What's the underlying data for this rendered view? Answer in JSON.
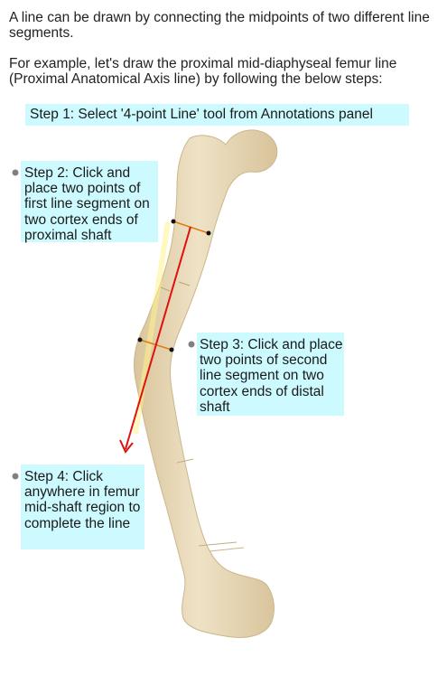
{
  "intro": {
    "line1": "A line can be drawn by connecting the midpoints of two different line segments.",
    "line2": "For example, let's draw the proximal mid-diaphyseal femur line (Proximal Anatomical Axis line) by following the below steps:"
  },
  "steps": [
    {
      "label": "Step 1: Select '4-point Line' tool from Annotations panel"
    },
    {
      "label": "Step 2: Click and place two points of first line segment on two cortex ends of proximal shaft"
    },
    {
      "label": "Step 3: Click and place two points of second line segment on two cortex ends of distal shaft"
    },
    {
      "label": "Step 4: Click anywhere in femur mid-shaft region to complete the line"
    }
  ],
  "colors": {
    "step_box": "#ccfaff",
    "bone": "#eadbbd",
    "axis_line": "#e01010",
    "segment_line": "#e07a10",
    "bullet": "#808080"
  },
  "icons": {
    "bone": "femur-bone-image",
    "bullet": "bullet-dot-icon"
  }
}
